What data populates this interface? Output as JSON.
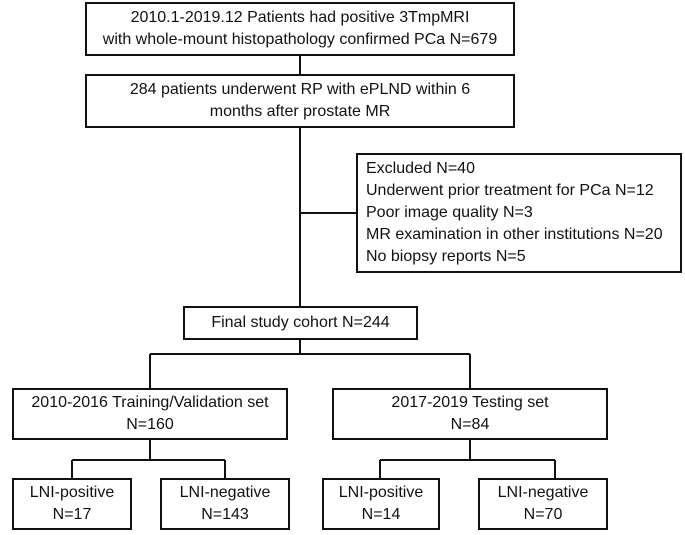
{
  "flowchart": {
    "screening": {
      "line1": "2010.1-2019.12 Patients had positive 3TmpMRI",
      "line2": "with whole-mount histopathology confirmed PCa  N=679"
    },
    "surgery": {
      "line1": "284 patients underwent  RP with ePLND within 6",
      "line2": "months after prostate MR"
    },
    "excluded": {
      "title": "Excluded N=40",
      "reasons": [
        "Underwent prior treatment for PCa N=12",
        "Poor image quality N=3",
        "MR examination in other institutions N=20",
        "No biopsy reports N=5"
      ]
    },
    "cohort": {
      "label": "Final study cohort N=244"
    },
    "training": {
      "line1": "2010-2016 Training/Validation set",
      "line2": "N=160"
    },
    "testing": {
      "line1": "2017-2019 Testing set",
      "line2": "N=84"
    },
    "training_pos": {
      "line1": "LNI-positive",
      "line2": "N=17"
    },
    "training_neg": {
      "line1": "LNI-negative",
      "line2": "N=143"
    },
    "testing_pos": {
      "line1": "LNI-positive",
      "line2": "N=14"
    },
    "testing_neg": {
      "line1": "LNI-negative",
      "line2": "N=70"
    }
  }
}
